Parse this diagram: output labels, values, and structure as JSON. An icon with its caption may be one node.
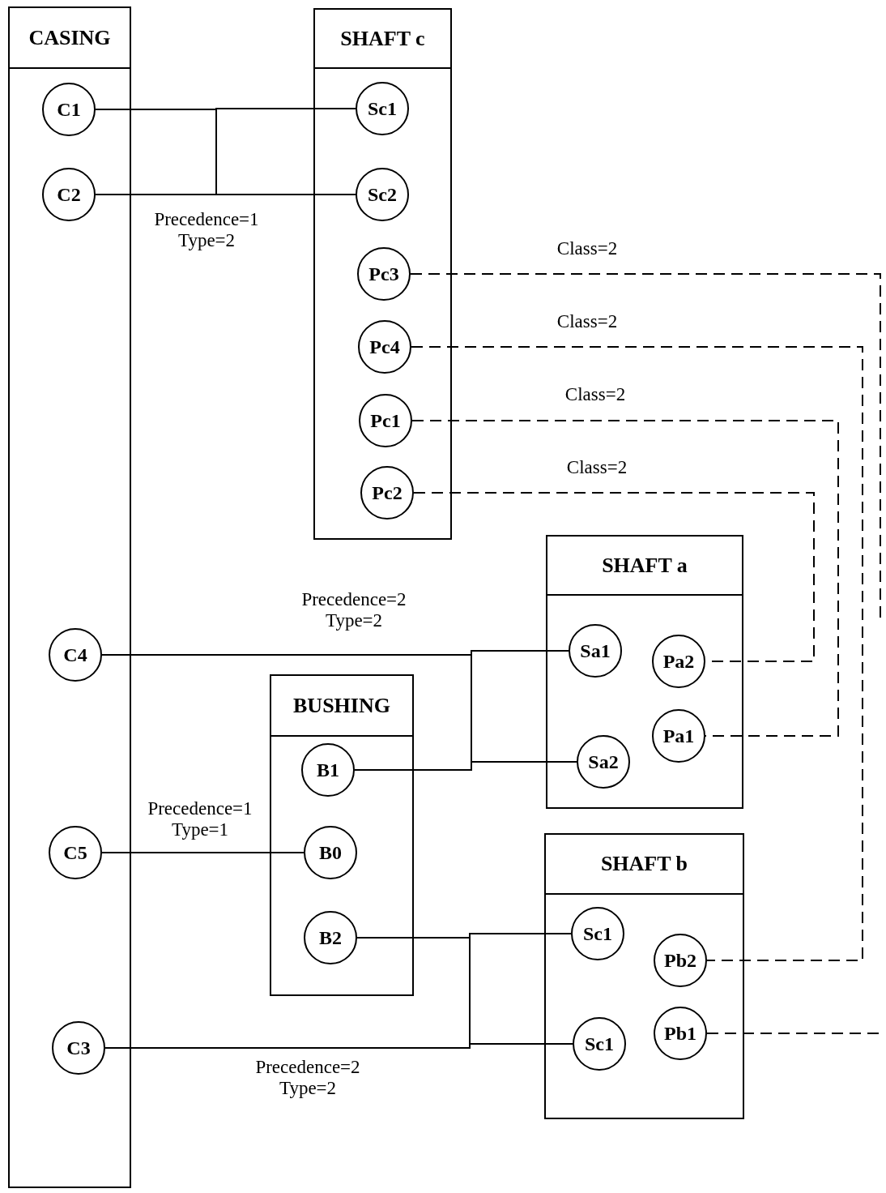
{
  "diagram": {
    "nodes": [
      {
        "text": [
          "CASING"
        ]
      },
      {
        "text": [
          "C1"
        ],
        "in": 0
      },
      {
        "text": [
          "C2"
        ],
        "in": 0
      },
      {
        "text": [
          "C4"
        ],
        "in": 0
      },
      {
        "text": [
          "C5"
        ],
        "in": 0
      },
      {
        "text": [
          "C3"
        ],
        "in": 0
      },
      {
        "text": [
          "SHAFT c"
        ]
      },
      {
        "text": [
          "Sc1"
        ],
        "in": 6
      },
      {
        "text": [
          "Sc2"
        ],
        "in": 6
      },
      {
        "text": [
          "Pc3"
        ],
        "in": 6
      },
      {
        "text": [
          "Pc4"
        ],
        "in": 6
      },
      {
        "text": [
          "Pc1"
        ],
        "in": 6
      },
      {
        "text": [
          "Pc2"
        ],
        "in": 6
      },
      {
        "text": [
          "SHAFT a"
        ]
      },
      {
        "text": [
          "Sa1"
        ],
        "in": 13
      },
      {
        "text": [
          "Pa2"
        ],
        "in": 13
      },
      {
        "text": [
          "Pa1"
        ],
        "in": 13
      },
      {
        "text": [
          "Sa2"
        ],
        "in": 13
      },
      {
        "text": [
          "BUSHING"
        ]
      },
      {
        "text": [
          "B1"
        ],
        "in": 18
      },
      {
        "text": [
          "B0"
        ],
        "in": 18
      },
      {
        "text": [
          "B2"
        ],
        "in": 18
      },
      {
        "text": [
          "SHAFT b"
        ]
      },
      {
        "text": [
          "Sc1"
        ],
        "in": 22
      },
      {
        "text": [
          "Pb2"
        ],
        "in": 22
      },
      {
        "text": [
          "Sc1"
        ],
        "in": 22
      },
      {
        "text": [
          "Pb1"
        ],
        "in": 22
      }
    ],
    "edges": [
      {
        "from": 1,
        "to": 7,
        "arrow": "none"
      },
      {
        "from": 1,
        "to": 8,
        "arrow": "none"
      },
      {
        "from": 2,
        "to": 7,
        "arrow": "none"
      },
      {
        "from": 2,
        "to": 8,
        "arrow": "none",
        "label": "Precedence=1 Type=2"
      },
      {
        "from": 3,
        "to": 14,
        "arrow": "none",
        "label": "Precedence=2 Type=2"
      },
      {
        "from": 3,
        "to": 17,
        "arrow": "none"
      },
      {
        "from": 19,
        "to": 14,
        "arrow": "none"
      },
      {
        "from": 19,
        "to": 17,
        "arrow": "none"
      },
      {
        "from": 4,
        "to": 20,
        "arrow": "none",
        "label": "Precedence=1 Type=1"
      },
      {
        "from": 21,
        "to": 23,
        "arrow": "none"
      },
      {
        "from": 21,
        "to": 25,
        "arrow": "none"
      },
      {
        "from": 5,
        "to": 23,
        "arrow": "none"
      },
      {
        "from": 5,
        "to": 25,
        "arrow": "none",
        "label": "Precedence=2 Type=2"
      },
      {
        "from": 9,
        "to": null,
        "arrow": "none",
        "style": "dashed",
        "label": "Class=2"
      },
      {
        "from": 10,
        "to": 24,
        "arrow": "none",
        "style": "dashed",
        "label": "Class=2"
      },
      {
        "from": 11,
        "to": 16,
        "arrow": "none",
        "style": "dashed",
        "label": "Class=2"
      },
      {
        "from": 12,
        "to": 15,
        "arrow": "none",
        "style": "dashed",
        "label": "Class=2"
      },
      {
        "from": 26,
        "to": null,
        "arrow": "none",
        "style": "dashed"
      }
    ]
  }
}
